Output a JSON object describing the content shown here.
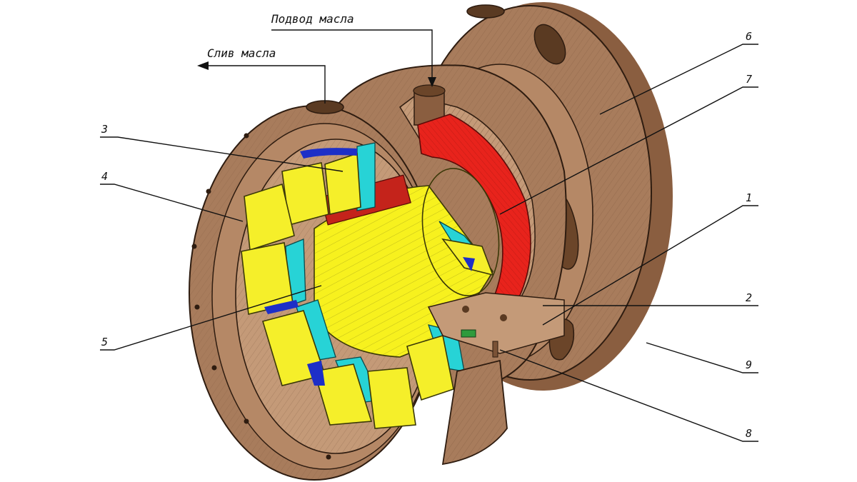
{
  "annotations": {
    "oil_inlet": "Подвод масла",
    "oil_drain": "Слив масла"
  },
  "callouts": [
    "1",
    "2",
    "3",
    "4",
    "5",
    "6",
    "7",
    "8",
    "9"
  ],
  "colors": {
    "housing": "#a87c5c",
    "housing_dark": "#7a5236",
    "housing_light": "#c49a78",
    "pad": "#f5ef2a",
    "journal": "#f7f11e",
    "support_ring": "#27d3d6",
    "oil_ring": "#e8231c",
    "seal": "#1d2fc7",
    "pin": "#2e9b3c"
  }
}
